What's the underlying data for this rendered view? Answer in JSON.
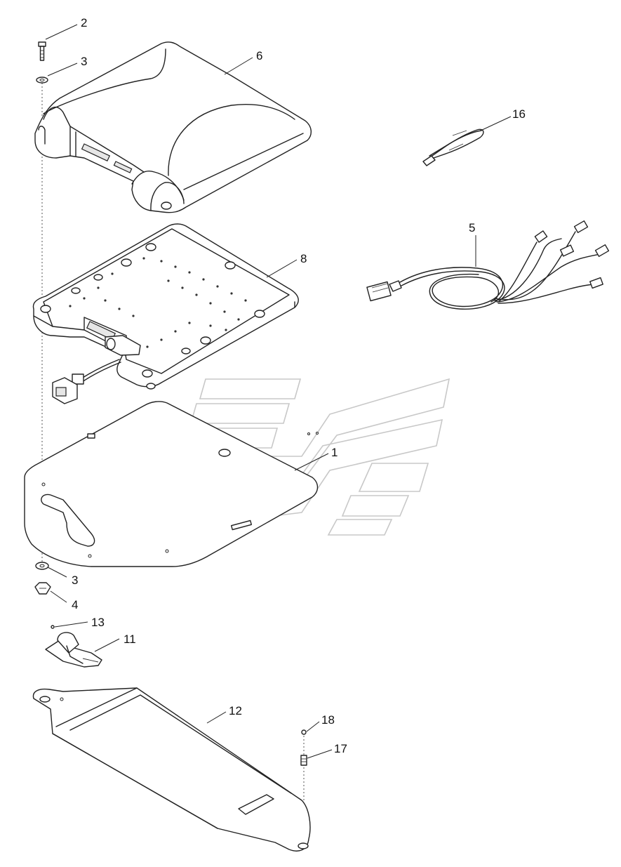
{
  "diagram": {
    "callouts": [
      {
        "id": "c2",
        "label": "2"
      },
      {
        "id": "c3a",
        "label": "3"
      },
      {
        "id": "c6",
        "label": "6"
      },
      {
        "id": "c16",
        "label": "16"
      },
      {
        "id": "c5",
        "label": "5"
      },
      {
        "id": "c8",
        "label": "8"
      },
      {
        "id": "c1",
        "label": "1"
      },
      {
        "id": "c3b",
        "label": "3"
      },
      {
        "id": "c4",
        "label": "4"
      },
      {
        "id": "c13",
        "label": "13"
      },
      {
        "id": "c11",
        "label": "11"
      },
      {
        "id": "c12",
        "label": "12"
      },
      {
        "id": "c18",
        "label": "18"
      },
      {
        "id": "c17",
        "label": "17"
      }
    ]
  }
}
